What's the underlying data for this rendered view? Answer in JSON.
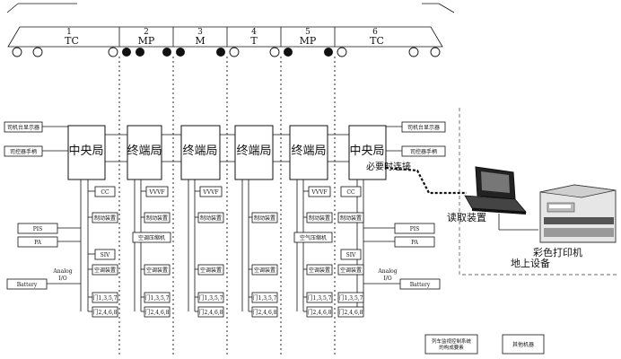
{
  "train": {
    "cars": [
      {
        "number": "1",
        "type": "TC"
      },
      {
        "number": "2",
        "type": "MP"
      },
      {
        "number": "3",
        "type": "M"
      },
      {
        "number": "4",
        "type": "T"
      },
      {
        "number": "5",
        "type": "MP"
      },
      {
        "number": "6",
        "type": "TC"
      }
    ]
  },
  "stations": [
    {
      "label": "中央局"
    },
    {
      "label": "终端局"
    },
    {
      "label": "终端局"
    },
    {
      "label": "终端局"
    },
    {
      "label": "终端局"
    },
    {
      "label": "中央局"
    }
  ],
  "left_inputs": {
    "display": "司机台显示器",
    "handle": "司控器手柄"
  },
  "right_inputs": {
    "display": "司机台显示器",
    "handle": "司控器手柄"
  },
  "devices": {
    "cc": "CC",
    "vvvf": "VVVF",
    "brake": "制动装置",
    "pis": "PIS",
    "pa": "PA",
    "siv": "SIV",
    "aircon": "空调装置",
    "analog": "Analog",
    "io": "I/O",
    "battery": "Battery",
    "doors_odd": "门1,3,5,7",
    "doors_even": "门2,4,6,8",
    "compressor_1": "空调压缩机",
    "compressor_2": "空气压缩机"
  },
  "ground": {
    "connect_label": "必要时连接",
    "reader_label": "读取装置",
    "printer_label": "彩色打印机",
    "equipment_label": "地上设备"
  },
  "legend": {
    "item1": "列车监视控制系统的构成要素",
    "item2": "其他机器"
  }
}
